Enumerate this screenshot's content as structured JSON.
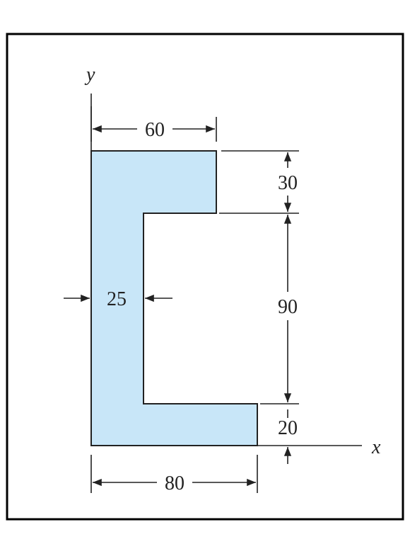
{
  "diagram": {
    "axes": {
      "x_label": "x",
      "y_label": "y"
    },
    "dimensions": {
      "top_flange_width": "60",
      "bottom_flange_width": "80",
      "web_thickness": "25",
      "top_flange_height": "30",
      "clear_height": "90",
      "bottom_flange_height": "20"
    },
    "colors": {
      "section_fill": "#c8e6f8",
      "outline": "#222222",
      "frame": "#000000"
    }
  }
}
